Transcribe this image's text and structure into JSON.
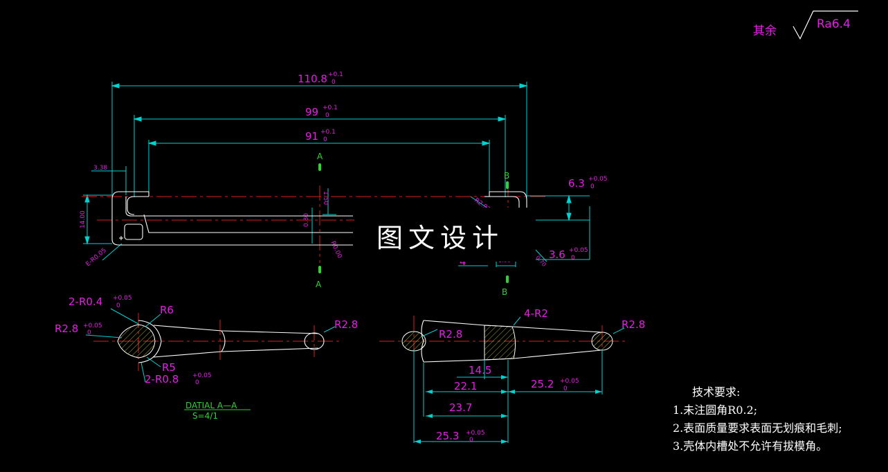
{
  "colors": {
    "background": "#000000",
    "outline": "#ffffff",
    "dimension": "#00d2d2",
    "text": "#e61ee6",
    "centerline": "#dc1e1e",
    "marker": "#32d232",
    "hatch": "#dcdc32"
  },
  "roughness": {
    "prefix": "其余",
    "value": "Ra6.4"
  },
  "dims": {
    "d110": "110.8",
    "d99": "99",
    "d91": "91",
    "tol_plus": "+0.1",
    "tol_zero": "0",
    "d338": "3.38",
    "d14": "14.00",
    "d150": "1.50",
    "d080": "0.80",
    "dR": "R2.97",
    "dR2": "R0.00",
    "dE": "E-R0.05",
    "d63": "6.3",
    "d36": "3.6",
    "tol005": "+0.05",
    "tol0": "0",
    "d4": "4",
    "d100": "1.00",
    "d70": "0.70"
  },
  "section_markers": {
    "a_top": "A",
    "a_bottom": "A",
    "b_top": "B",
    "b_bottom": "B"
  },
  "watermark": "图文设计",
  "detail_a": {
    "r04": "2-R0.4",
    "r6": "R6",
    "r28_left": "R2.8",
    "r28_right": "R2.8",
    "r5": "R5",
    "r08": "2-R0.8",
    "tol_plus": "+0.05",
    "tol_zero": "0",
    "title": "DATIAL A—A",
    "scale": "S=4/1"
  },
  "detail_b": {
    "r28_left": "R2.8",
    "r2": "4-R2",
    "r28_right": "R2.8",
    "d145": "14.5",
    "d221": "22.1",
    "d252": "25.2",
    "d237": "23.7",
    "d253": "25.3",
    "tol_plus": "+0.05",
    "tol_zero": "0"
  },
  "tech_notes": {
    "title": "技术要求:",
    "items": [
      "1.未注圆角R0.2;",
      "2.表面质量要求表面无划痕和毛刺;",
      "3.壳体内槽处不允许有拔模角。"
    ]
  }
}
